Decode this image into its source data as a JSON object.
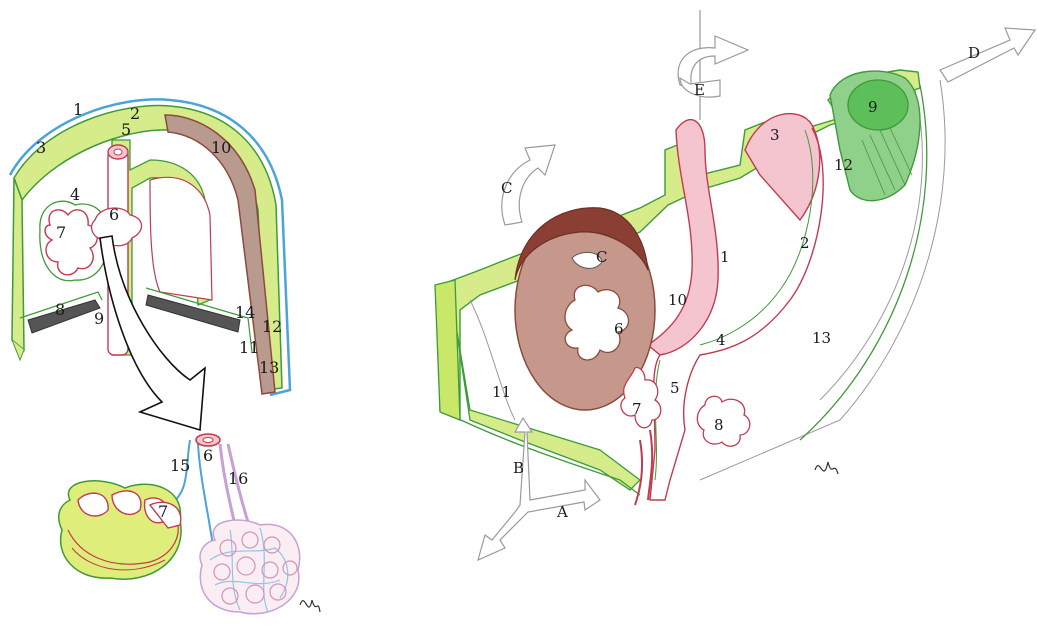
{
  "left_figure": {
    "labels": [
      "1",
      "2",
      "3",
      "4",
      "5",
      "6",
      "7",
      "8",
      "9",
      "10",
      "11",
      "12",
      "13",
      "14",
      "15",
      "6",
      "16",
      "7"
    ]
  },
  "right_figure": {
    "labels": [
      "1",
      "2",
      "3",
      "4",
      "5",
      "6",
      "7",
      "8",
      "9",
      "10",
      "11",
      "12",
      "13",
      "C"
    ],
    "arrow_labels": [
      "A",
      "B",
      "C",
      "D",
      "E"
    ]
  },
  "colors": {
    "mesoderm_green": "#c9e86a",
    "outline_green": "#3f9a3a",
    "membrane_blue": "#4aa3d9",
    "vessel_red": "#c23b4f",
    "organ_brown": "#8b4a3c",
    "gland_dark_green": "#5cbf5a",
    "sketch_gray": "#9a9a9a"
  }
}
